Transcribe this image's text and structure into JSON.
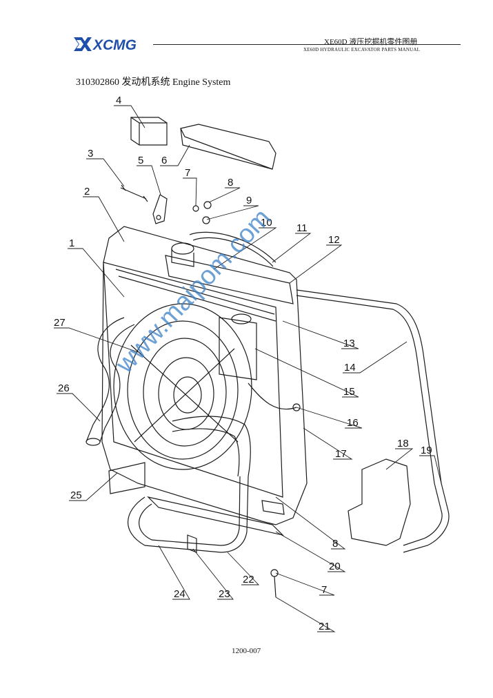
{
  "header": {
    "brand": "XCMG",
    "title_cn": "XE60D  液压挖掘机零件图册",
    "title_en": "XE60D HYDRAULIC EXCAVATOR PARTS MANUAL"
  },
  "section": {
    "title": "310302860  发动机系统 Engine System"
  },
  "callouts": [
    "4",
    "6",
    "3",
    "5",
    "7",
    "8",
    "9",
    "10",
    "11",
    "2",
    "1",
    "12",
    "27",
    "13",
    "14",
    "15",
    "26",
    "16",
    "17",
    "18",
    "19",
    "25",
    "8",
    "20",
    "22",
    "7",
    "24",
    "23",
    "21"
  ],
  "watermark": "www.maipom.com",
  "footer": {
    "page_number": "1200-007"
  },
  "colors": {
    "logo_blue": "#1f4fa8",
    "watermark": "#3c82c8",
    "line": "#1a1a1a"
  }
}
